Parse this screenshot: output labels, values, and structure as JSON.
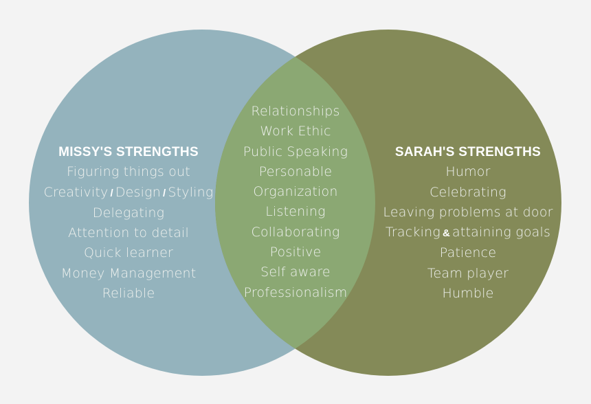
{
  "colors": {
    "background": "#f3f3f3",
    "left_circle": "#94b3bd",
    "right_circle": "#848a58",
    "overlap": "#8ba873",
    "text": "#eef1ee",
    "heading": "#ffffff"
  },
  "left": {
    "title": "MISSY'S STRENGTHS",
    "items": [
      "Figuring things out",
      "Delegating",
      "Attention to detail",
      "Quick learner",
      "Money Management",
      "Reliable"
    ],
    "creativity_line": {
      "part1": "Creativity",
      "sep1": "/",
      "part2": "Design",
      "sep2": "/",
      "part3": "Styling"
    }
  },
  "shared": {
    "items": [
      "Relationships",
      "Work Ethic",
      "Public Speaking",
      "Personable",
      "Organization",
      "Listening",
      "Collaborating",
      "Positive",
      "Self aware",
      "Professionalism"
    ]
  },
  "right": {
    "title": "SARAH'S STRENGTHS",
    "items": [
      "Humor",
      "Celebrating",
      "Leaving problems at door",
      "Patience",
      "Team player",
      "Humble"
    ],
    "tracking_line": {
      "part1": "Tracking",
      "sep": "&",
      "part2": "attaining goals"
    }
  }
}
